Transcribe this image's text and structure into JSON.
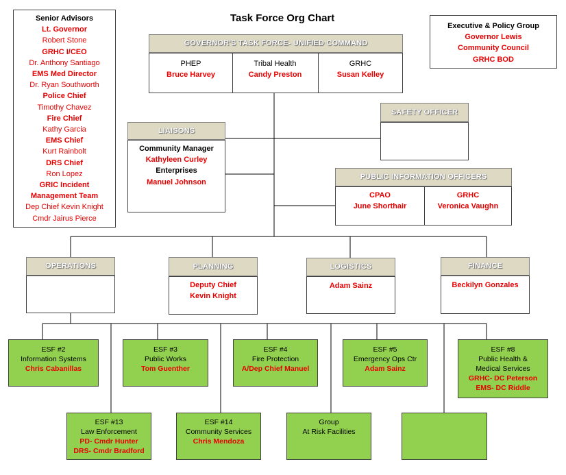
{
  "title": "Task Force Org Chart",
  "senior_advisors": {
    "heading": "Senior Advisors",
    "entries": [
      {
        "text": "Lt. Governor",
        "role": true
      },
      {
        "text": "Robert Stone",
        "role": false
      },
      {
        "text": "GRHC I/CEO",
        "role": true
      },
      {
        "text": "Dr. Anthony Santiago",
        "role": false
      },
      {
        "text": "EMS Med Director",
        "role": true
      },
      {
        "text": "Dr. Ryan Southworth",
        "role": false
      },
      {
        "text": "Police Chief",
        "role": true
      },
      {
        "text": "Timothy Chavez",
        "role": false
      },
      {
        "text": "Fire Chief",
        "role": true
      },
      {
        "text": "Kathy Garcia",
        "role": false
      },
      {
        "text": "EMS Chief",
        "role": true
      },
      {
        "text": "Kurt Rainbolt",
        "role": false
      },
      {
        "text": "DRS Chief",
        "role": true
      },
      {
        "text": "Ron Lopez",
        "role": false
      },
      {
        "text": "GRIC Incident",
        "role": true
      },
      {
        "text": "Management Team",
        "role": true
      },
      {
        "text": "Dep Chief Kevin Knight",
        "role": false
      },
      {
        "text": "Cmdr Jairus Pierce",
        "role": false
      }
    ]
  },
  "executive_group": {
    "heading": "Executive & Policy  Group",
    "entries": [
      "Governor Lewis",
      "Community Council",
      "GRHC BOD"
    ]
  },
  "unified_command": {
    "header": "GOVERNOR'S TASK FORCE- UNIFIED COMMAND",
    "cells": [
      {
        "title": "PHEP",
        "name": "Bruce Harvey"
      },
      {
        "title": "Tribal Health",
        "name": "Candy Preston"
      },
      {
        "title": "GRHC",
        "name": "Susan Kelley"
      }
    ]
  },
  "safety_officer": {
    "header": "SAFETY OFFICER"
  },
  "liaisons": {
    "header": "LIAISONS",
    "lines": [
      {
        "text": "Community Manager",
        "red": false
      },
      {
        "text": "Kathyleen Curley",
        "red": true
      },
      {
        "text": "Enterprises",
        "red": false
      },
      {
        "text": "Manuel Johnson",
        "red": true
      }
    ]
  },
  "pio": {
    "header": "PUBLIC INFORMATION OFFICERS",
    "cells": [
      {
        "title": "CPAO",
        "name": "June Shorthair"
      },
      {
        "title": "GRHC",
        "name": "Veronica Vaughn"
      }
    ]
  },
  "sections": [
    {
      "header": "OPERATIONS",
      "lines": []
    },
    {
      "header": "PLANNING",
      "lines": [
        "Deputy Chief",
        "Kevin Knight"
      ]
    },
    {
      "header": "LOGISTICS",
      "lines": [
        "Adam Sainz"
      ]
    },
    {
      "header": "FINANCE",
      "lines": [
        "Beckilyn Gonzales"
      ]
    }
  ],
  "esf_top": [
    {
      "title": "ESF #2",
      "subtitle": [
        "Information Systems"
      ],
      "names": [
        "Chris Cabanillas"
      ]
    },
    {
      "title": "ESF #3",
      "subtitle": [
        "Public Works"
      ],
      "names": [
        "Tom Guenther"
      ]
    },
    {
      "title": "ESF #4",
      "subtitle": [
        "Fire Protection"
      ],
      "names": [
        "A/Dep Chief Manuel"
      ]
    },
    {
      "title": "ESF #5",
      "subtitle": [
        "Emergency Ops Ctr"
      ],
      "names": [
        "Adam Sainz"
      ]
    },
    {
      "title": "ESF #8",
      "subtitle": [
        "Public Health &",
        "Medical Services"
      ],
      "names": [
        "GRHC- DC Peterson",
        "EMS- DC Riddle"
      ]
    }
  ],
  "esf_bottom": [
    {
      "title": "ESF #13",
      "subtitle": [
        "Law Enforcement"
      ],
      "names": [
        "PD- Cmdr Hunter",
        "DRS- Cmdr Bradford"
      ]
    },
    {
      "title": "ESF #14",
      "subtitle": [
        "Community Services"
      ],
      "names": [
        "Chris Mendoza"
      ]
    },
    {
      "title": "",
      "subtitle": [
        "Group",
        "At Risk Facilities"
      ],
      "names": []
    },
    {
      "title": "",
      "subtitle": [],
      "names": []
    }
  ],
  "colors": {
    "red": "#e60000",
    "green": "#92d050",
    "header_fill": "#ddd9c3"
  }
}
